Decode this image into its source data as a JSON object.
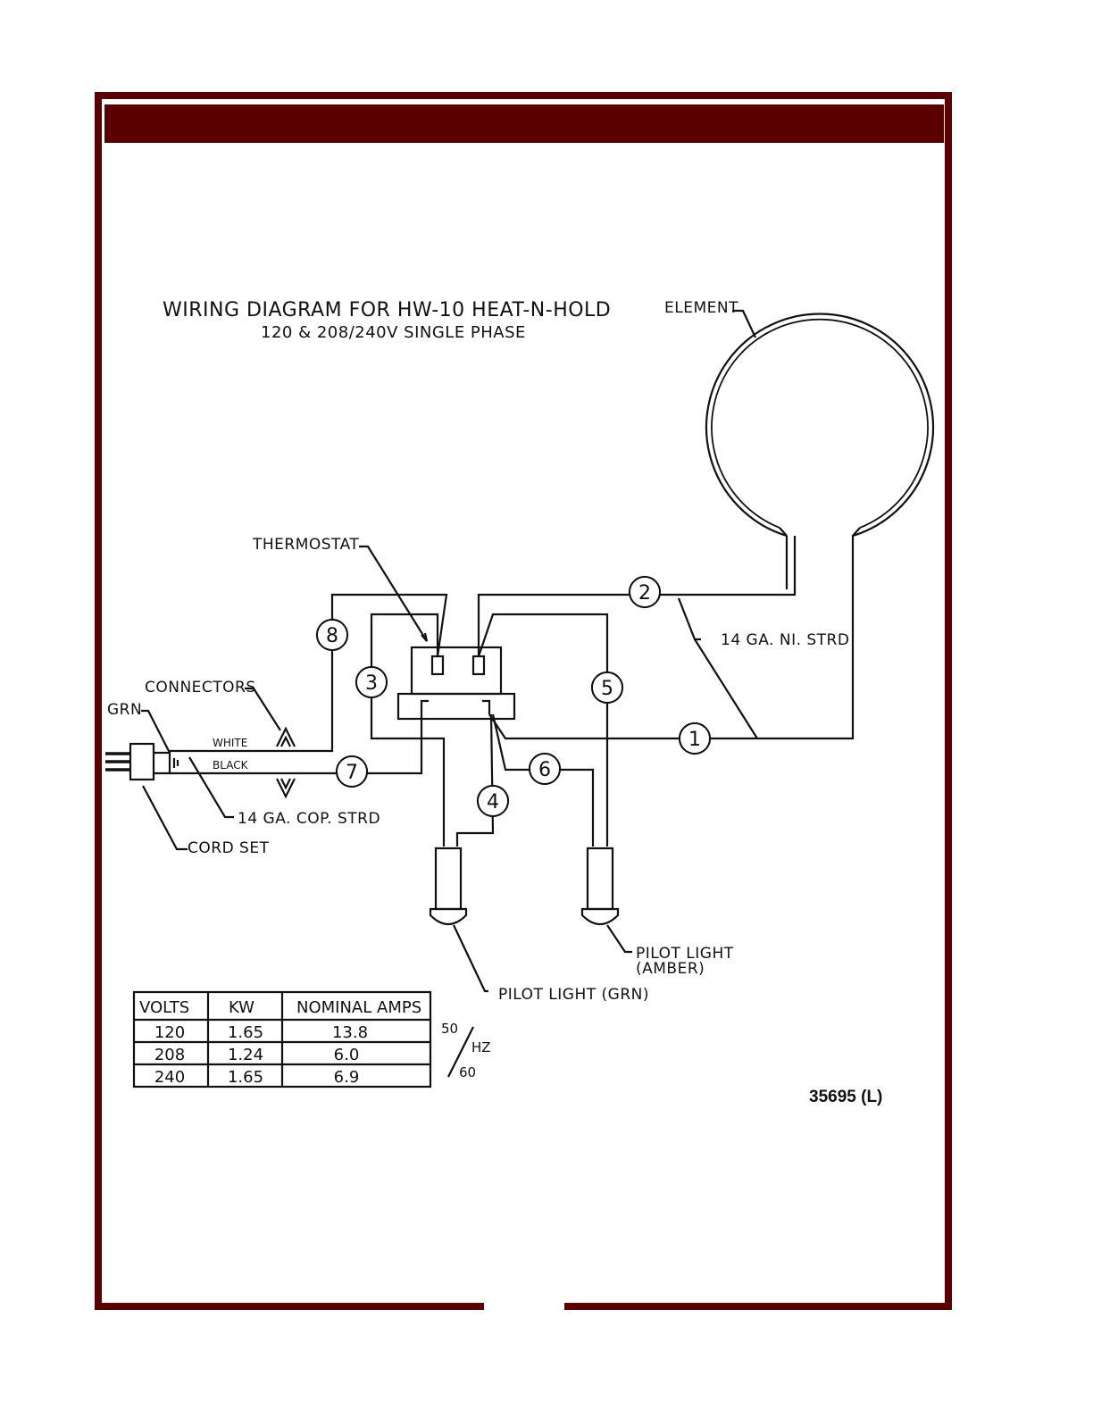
{
  "colors": {
    "frame": "#5a0000",
    "line": "#111111"
  },
  "diagram": {
    "title": "WIRING DIAGRAM FOR HW-10 HEAT-N-HOLD",
    "subtitle": "120 & 208/240V SINGLE PHASE",
    "labels": {
      "element": "ELEMENT",
      "thermostat": "THERMOSTAT",
      "connectors": "CONNECTORS",
      "grn": "GRN",
      "white": "WHITE",
      "black": "BLACK",
      "cop_strd": "14 GA. COP. STRD",
      "cord_set": "CORD SET",
      "ni_strd": "14 GA. NI. STRD",
      "pilot_grn": "PILOT LIGHT (GRN)",
      "pilot_amber_1": "PILOT LIGHT",
      "pilot_amber_2": "(AMBER)"
    },
    "wires": [
      "1",
      "2",
      "3",
      "4",
      "5",
      "6",
      "7",
      "8"
    ],
    "hz": {
      "top": "50",
      "unit": "HZ",
      "bottom": "60"
    },
    "part_number": "35695 (L)"
  },
  "table": {
    "headers": [
      "VOLTS",
      "KW",
      "NOMINAL AMPS"
    ],
    "rows": [
      [
        "120",
        "1.65",
        "13.8"
      ],
      [
        "208",
        "1.24",
        "6.0"
      ],
      [
        "240",
        "1.65",
        "6.9"
      ]
    ]
  }
}
